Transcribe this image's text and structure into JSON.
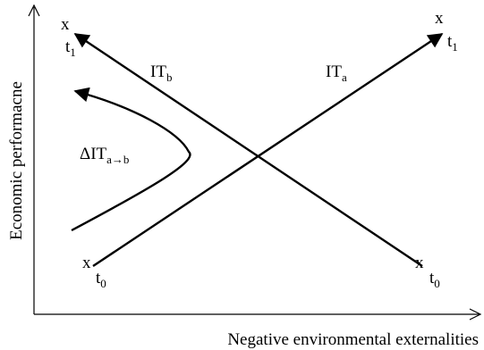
{
  "axes": {
    "x_title": "Negative environmental externalities",
    "y_title": "Economic performacne"
  },
  "lines": {
    "it_b": {
      "base": "IT",
      "sub": "b"
    },
    "it_a": {
      "base": "IT",
      "sub": "a"
    },
    "delta": {
      "base": "ΔIT",
      "sub": "a→b"
    }
  },
  "points": {
    "marker": "x",
    "t_base": "t",
    "t1_sub": "1",
    "t0_sub": "0"
  },
  "colors": {
    "ink": "#000000",
    "background": "#ffffff"
  }
}
